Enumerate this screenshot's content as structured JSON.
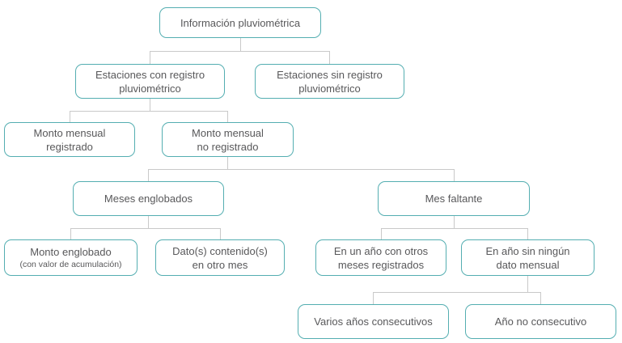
{
  "colors": {
    "node_border": "#54aeb1",
    "node_text": "#58585a",
    "connector": "#c9c9c9",
    "background": "#ffffff"
  },
  "diagram": {
    "type": "tree-flowchart",
    "nodes": {
      "root": {
        "lines": [
          "Información pluviométrica"
        ]
      },
      "estaciones_con_registro": {
        "lines": [
          "Estaciones con registro",
          "pluviométrico"
        ]
      },
      "estaciones_sin_registro": {
        "lines": [
          "Estaciones sin registro",
          "pluviométrico"
        ]
      },
      "monto_mensual_registrado": {
        "lines": [
          "Monto mensual",
          "registrado"
        ]
      },
      "monto_mensual_no_registrado": {
        "lines": [
          "Monto mensual",
          "no registrado"
        ]
      },
      "meses_englobados": {
        "lines": [
          "Meses englobados"
        ]
      },
      "mes_faltante": {
        "lines": [
          "Mes faltante"
        ]
      },
      "monto_englobado": {
        "lines": [
          "Monto englobado",
          "(con valor de acumulación)"
        ]
      },
      "datos_contenidos": {
        "lines": [
          "Dato(s) contenido(s)",
          "en otro mes"
        ]
      },
      "en_ano_con_otros_meses": {
        "lines": [
          "En un año con otros",
          "meses registrados"
        ]
      },
      "en_ano_sin_ningun_dato": {
        "lines": [
          "En año sin ningún",
          "dato mensual"
        ]
      },
      "varios_anos_consecutivos": {
        "lines": [
          "Varios años consecutivos"
        ]
      },
      "ano_no_consecutivo": {
        "lines": [
          "Año no consecutivo"
        ]
      }
    }
  }
}
